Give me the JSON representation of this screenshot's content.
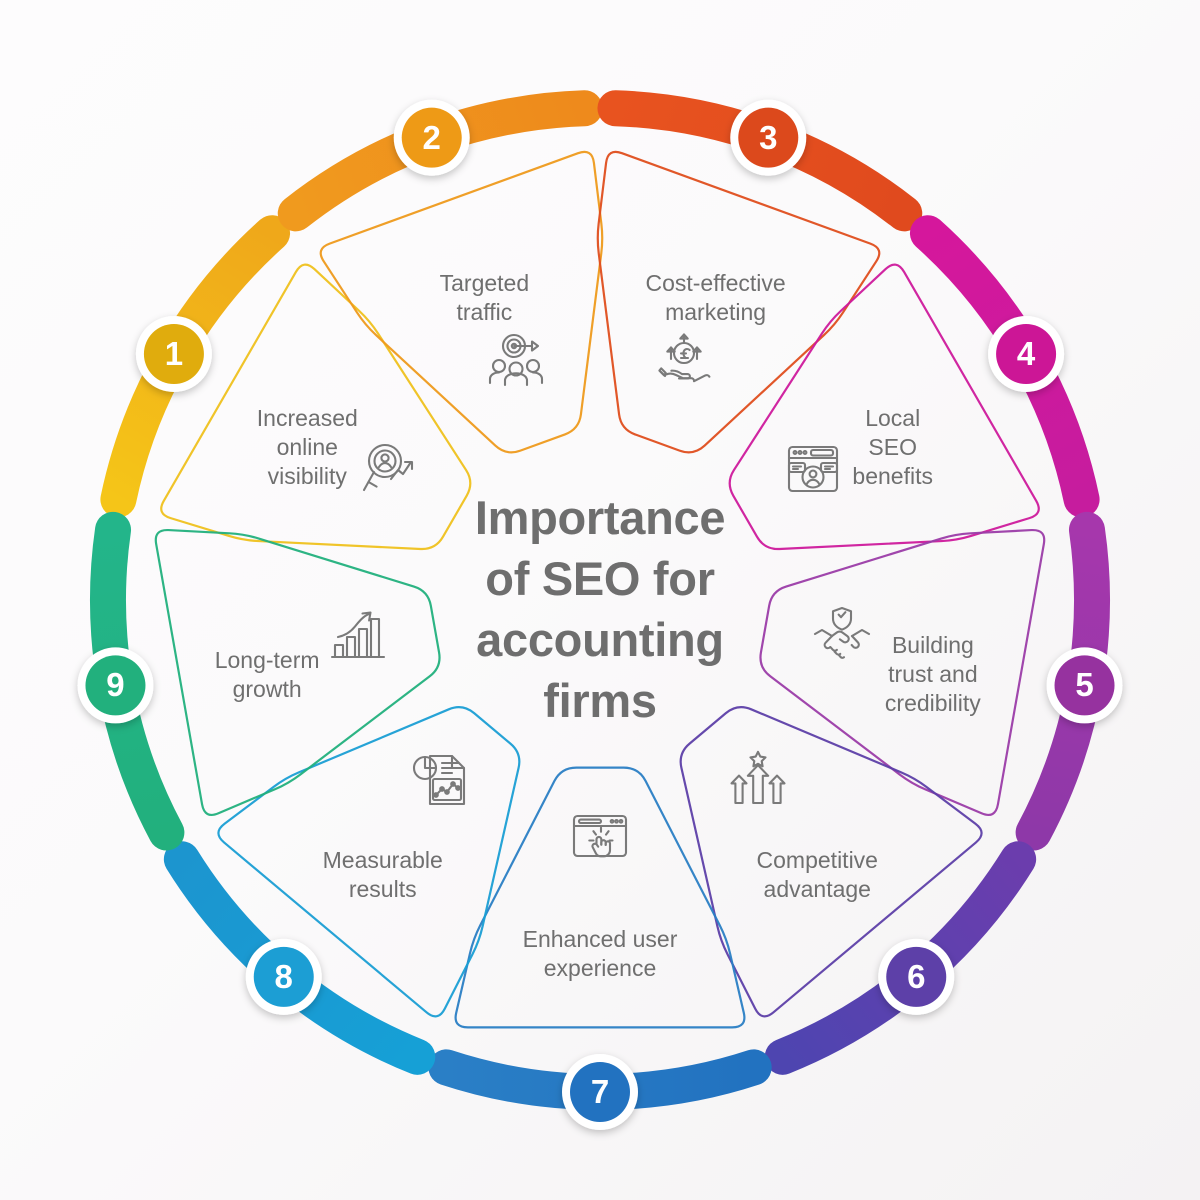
{
  "center": {
    "line1": "Importance",
    "line2": "of SEO for",
    "line3": "accounting",
    "line4": "firms",
    "color": "#6e6e6e"
  },
  "background": "#fbfafb",
  "segments": [
    {
      "number": "1",
      "label_line1": "Increased",
      "label_line2": "online",
      "label_line3": "visibility",
      "icon": "search-target-arrow-icon",
      "arc_color_start": "#F5C518",
      "arc_color_end": "#EFA81A",
      "badge_color": "#E0AC0A",
      "outline_color": "#EFC11E"
    },
    {
      "number": "2",
      "label_line1": "Targeted",
      "label_line2": "traffic",
      "label_line3": "",
      "icon": "target-audience-icon",
      "arc_color_start": "#F09A1E",
      "arc_color_end": "#EE8A1C",
      "badge_color": "#EE9A16",
      "outline_color": "#EE9A1C"
    },
    {
      "number": "3",
      "label_line1": "Cost-effective",
      "label_line2": "marketing",
      "label_line3": "",
      "icon": "hand-pound-coin-growth-icon",
      "arc_color_start": "#E8531F",
      "arc_color_end": "#E04A1E",
      "badge_color": "#DC4A1D",
      "outline_color": "#DF4E1E"
    },
    {
      "number": "4",
      "label_line1": "Local",
      "label_line2": "SEO",
      "label_line3": "benefits",
      "icon": "local-business-listing-icon",
      "arc_color_start": "#D5179C",
      "arc_color_end": "#C61C9E",
      "badge_color": "#CC1896",
      "outline_color": "#CE1A9C"
    },
    {
      "number": "5",
      "label_line1": "Building",
      "label_line2": "trust and",
      "label_line3": "credibility",
      "icon": "handshake-shield-icon",
      "arc_color_start": "#A637AC",
      "arc_color_end": "#8E38A8",
      "badge_color": "#96309F",
      "outline_color": "#9B3CA8"
    },
    {
      "number": "6",
      "label_line1": "Competitive",
      "label_line2": "advantage",
      "label_line3": "",
      "icon": "three-arrows-star-icon",
      "arc_color_start": "#6B3DAD",
      "arc_color_end": "#4E45B0",
      "badge_color": "#5D3FA8",
      "outline_color": "#5D3FA8"
    },
    {
      "number": "7",
      "label_line1": "Enhanced user",
      "label_line2": "experience",
      "label_line3": "",
      "icon": "browser-click-cursor-icon",
      "arc_color_start": "#2272C0",
      "arc_color_end": "#2A7FC6",
      "badge_color": "#2272C0",
      "outline_color": "#2A7EC4"
    },
    {
      "number": "8",
      "label_line1": "Measurable",
      "label_line2": "results",
      "label_line3": "",
      "icon": "report-chart-document-icon",
      "arc_color_start": "#16A0D6",
      "arc_color_end": "#1C95CF",
      "badge_color": "#1A9ED4",
      "outline_color": "#1A9ED4"
    },
    {
      "number": "9",
      "label_line1": "Long-term",
      "label_line2": "growth",
      "label_line3": "",
      "icon": "bar-chart-growth-arrow-icon",
      "arc_color_start": "#22B07D",
      "arc_color_end": "#23B58A",
      "badge_color": "#22B07D",
      "outline_color": "#22B07D"
    }
  ]
}
